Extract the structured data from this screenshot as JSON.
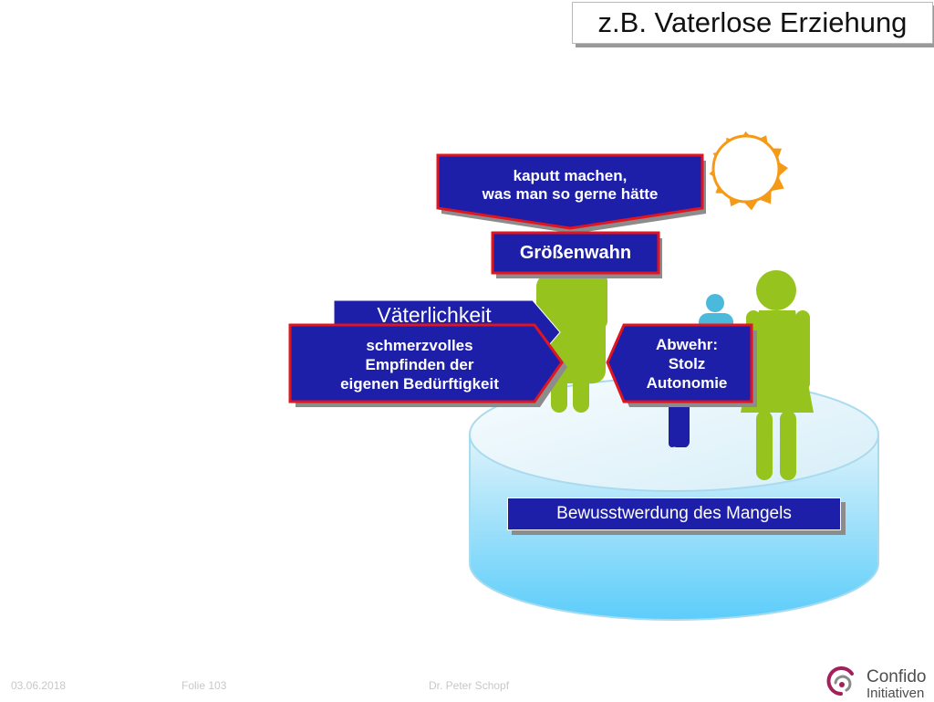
{
  "slide": {
    "title": "z.B. Vaterlose Erziehung",
    "labels": {
      "kaputt_line1": "kaputt machen,",
      "kaputt_line2": "was man so gerne hätte",
      "groessenwahn": "Größenwahn",
      "vaeterlichkeit": "Väterlichkeit",
      "schmerz_line1": "schmerzvolles",
      "schmerz_line2": "Empfinden der",
      "schmerz_line3": "eigenen Bedürftigkeit",
      "abwehr_line1": "Abwehr:",
      "abwehr_line2": "Stolz",
      "abwehr_line3": "Autonomie",
      "bewusstwerdung": "Bewusstwerdung des Mangels"
    },
    "icons": [
      "sun-icon",
      "man-figure-icon",
      "child-figure-icon",
      "woman-figure-icon",
      "logo-swirl-icon"
    ]
  },
  "footer": {
    "date": "03.06.2018",
    "slide_number": "Folie 103",
    "author": "Dr. Peter Schopf",
    "logo_line1": "Confido",
    "logo_line2": "Initiativen"
  },
  "colors": {
    "label_fill": "#1d1fa8",
    "label_border": "#e0151f",
    "figure_green": "#96c31e",
    "figure_blue": "#1d1fa8",
    "figure_child_head": "#4bb9dc",
    "sun_orange": "#f59a16",
    "platform_top": "#eaf6fb",
    "platform_bottom": "#5ccdfa",
    "title_text": "#111111"
  }
}
